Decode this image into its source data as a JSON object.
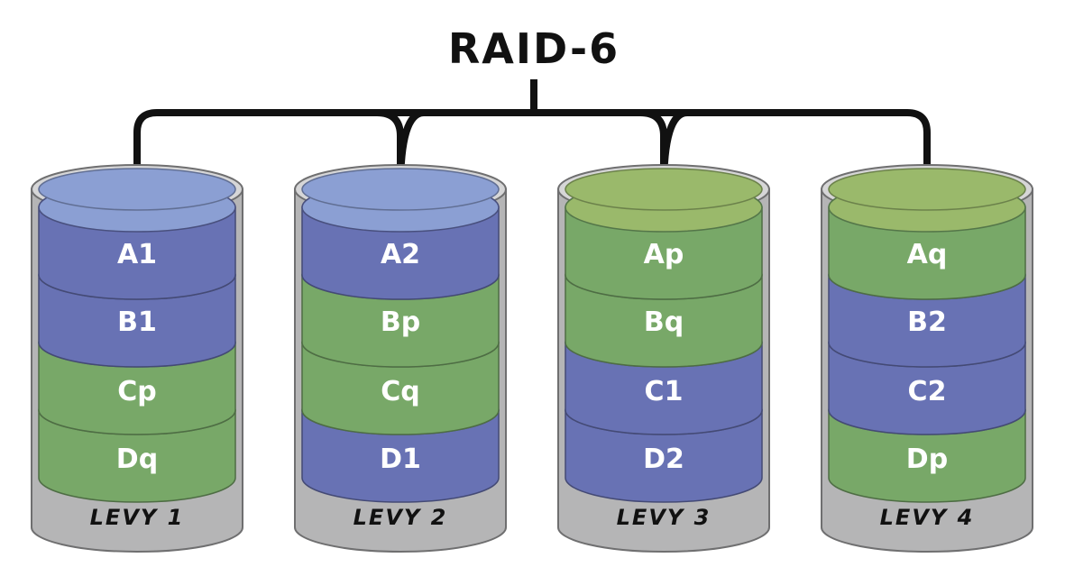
{
  "title": "RAID-6",
  "colors": {
    "data_block": "#6872b4",
    "data_top": "#8b9fd3",
    "parity_block": "#78a868",
    "parity_top": "#9ab96b",
    "disk_body": "#b5b5b6",
    "bracket": "#111111"
  },
  "disks": [
    {
      "label": "LEVY 1",
      "blocks": [
        {
          "label": "A1",
          "kind": "data"
        },
        {
          "label": "B1",
          "kind": "data"
        },
        {
          "label": "Cp",
          "kind": "parity"
        },
        {
          "label": "Dq",
          "kind": "parity"
        }
      ]
    },
    {
      "label": "LEVY 2",
      "blocks": [
        {
          "label": "A2",
          "kind": "data"
        },
        {
          "label": "Bp",
          "kind": "parity"
        },
        {
          "label": "Cq",
          "kind": "parity"
        },
        {
          "label": "D1",
          "kind": "data"
        }
      ]
    },
    {
      "label": "LEVY 3",
      "blocks": [
        {
          "label": "Ap",
          "kind": "parity"
        },
        {
          "label": "Bq",
          "kind": "parity"
        },
        {
          "label": "C1",
          "kind": "data"
        },
        {
          "label": "D2",
          "kind": "data"
        }
      ]
    },
    {
      "label": "LEVY 4",
      "blocks": [
        {
          "label": "Aq",
          "kind": "parity"
        },
        {
          "label": "B2",
          "kind": "data"
        },
        {
          "label": "C2",
          "kind": "data"
        },
        {
          "label": "Dp",
          "kind": "parity"
        }
      ]
    }
  ]
}
